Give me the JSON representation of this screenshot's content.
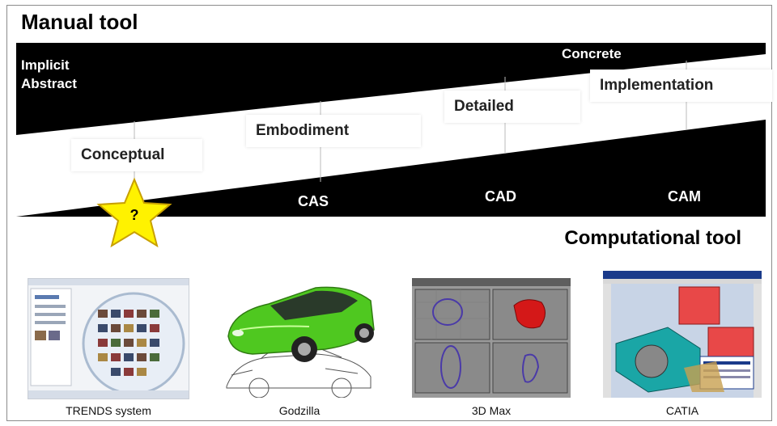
{
  "manual_title": "Manual tool",
  "computational_title": "Computational tool",
  "top_wedge": {
    "left_line1": "Implicit",
    "left_line2": "Abstract",
    "right": "Concrete"
  },
  "stages": [
    "Conceptual",
    "Embodiment",
    "Detailed",
    "Implementation"
  ],
  "bottom_wedge": {
    "labels": [
      "CAS",
      "CAD",
      "CAM"
    ]
  },
  "star_symbol": "?",
  "tools": [
    "TRENDS system",
    "Godzilla",
    "3D Max",
    "CATIA"
  ],
  "colors": {
    "wedge": "#000000",
    "star_fill": "#fff200",
    "star_stroke": "#c8a000",
    "car_green": "#4fc820",
    "max_bg": "#9a9a9a"
  }
}
